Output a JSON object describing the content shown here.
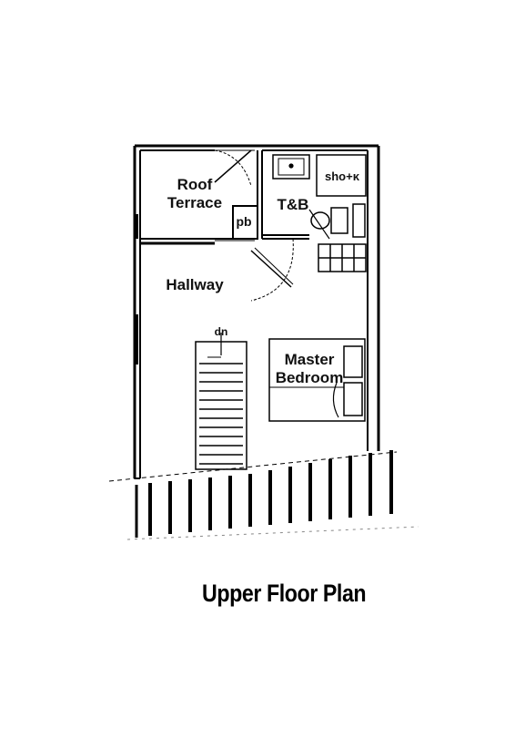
{
  "title": "Upper Floor Plan",
  "rooms": {
    "roof_terrace": {
      "line1": "Roof",
      "line2": "Terrace"
    },
    "tb": "T&B",
    "shower": "sho+κ",
    "pb": "pb",
    "hallway": "Hallway",
    "stair_direction": "dn",
    "master_bedroom": {
      "line1": "Master",
      "line2": "Bedroom"
    }
  }
}
